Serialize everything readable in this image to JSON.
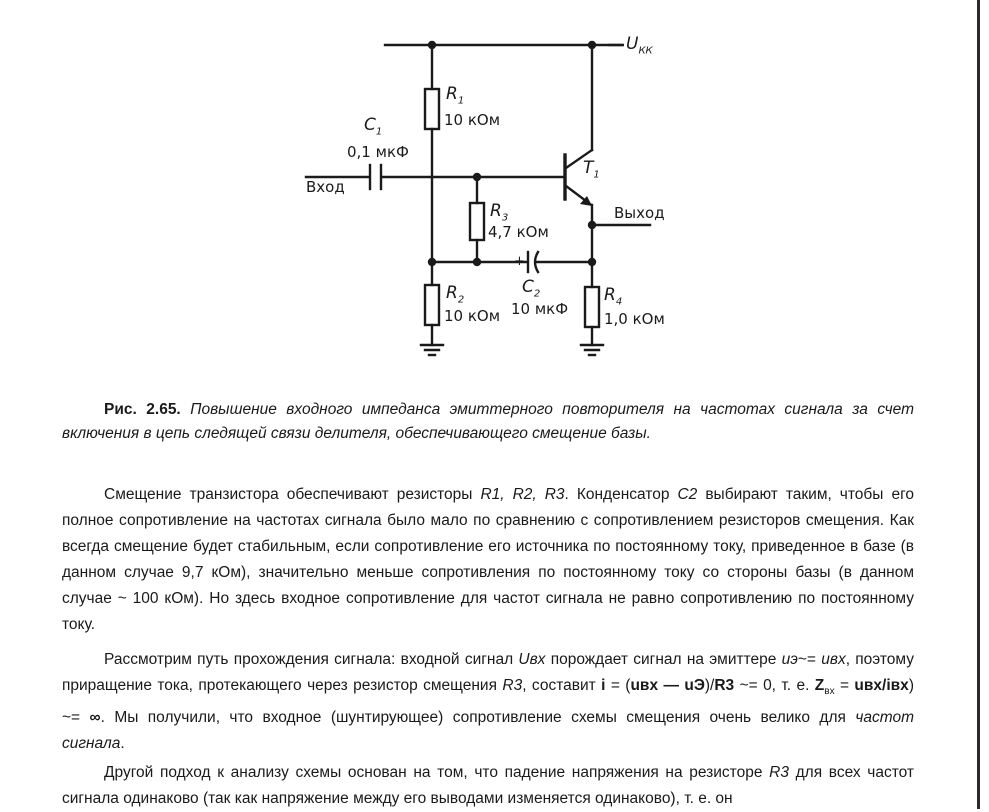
{
  "figure": {
    "supply_label": "U",
    "supply_sub": "КК",
    "c1_label": "C",
    "c1_sub": "1",
    "c1_value": "0,1 мкФ",
    "input_label": "Вход",
    "r1_label": "R",
    "r1_sub": "1",
    "r1_value": "10 кОм",
    "t1_label": "T",
    "t1_sub": "1",
    "output_label": "Выход",
    "r3_label": "R",
    "r3_sub": "3",
    "r3_value": "4,7 кОм",
    "c2_plus": "+",
    "c2_label": "C",
    "c2_sub": "2",
    "c2_value": "10 мкФ",
    "r2_label": "R",
    "r2_sub": "2",
    "r2_value": "10 кОм",
    "r4_label": "R",
    "r4_sub": "4",
    "r4_value": "1,0 кОм"
  },
  "caption": {
    "lead": "Рис. 2.65.",
    "text": "Повышение входного импеданса эмиттерного повторителя на частотах сигнала за счет включения в цепь следящей связи делителя, обеспечивающего смещение базы."
  },
  "para1": {
    "t1": "Смещение транзистора обеспечивают резисторы ",
    "r": "R1, R2, R3",
    "t2": ". Конденсатор ",
    "c2": "C2",
    "t3": " выбирают таким, чтобы его полное сопротивление на частотах сигнала было мало по сравнению с сопротивлением резисторов смещения. Как всегда смещение будет стабильным, если сопротивление его источника по постоянному току, приведенное в базе (в данном случае 9,7 кОм), значительно меньше сопротивления по постоянному току со стороны базы (в данном случае ~ 100 кОм). Но здесь входное сопротивление для частот сигнала не равно сопротивлению по постоянному току."
  },
  "para2": {
    "t1": "Рассмотрим путь прохождения сигнала: входной сигнал ",
    "uvx": "Uвх",
    "t2": " порождает сигнал на эмиттере ",
    "ue": "uэ",
    "t3": "~= ",
    "uvx2": "uвх",
    "t4": ", поэтому приращение тока, протекающего через резистор смещения ",
    "r3": "R3",
    "t5": ", составит ",
    "i": "i",
    "t6": " = (",
    "f1": "uвх — uЭ",
    "t7": ")/",
    "f2": "R3",
    "t8": " ~= 0, т. е. ",
    "z": "Z",
    "zsub": "вх",
    "t9": " = ",
    "f3": "uвх/iвх",
    "t10": ") ~= ",
    "inf": "∞",
    "t11": ". Мы получили, что входное (шунтирующее) сопротивление схемы смещения очень велико для ",
    "t12": "частот сигнала",
    "t13": "."
  },
  "para3": {
    "t1": "Другой подход к анализу схемы основан на том, что падение напряжения на резисторе ",
    "r3": "R3",
    "t2": " для всех частот сигнала одинаково (так как напряжение между его выводами изменяется одинаково), т. е. он"
  }
}
